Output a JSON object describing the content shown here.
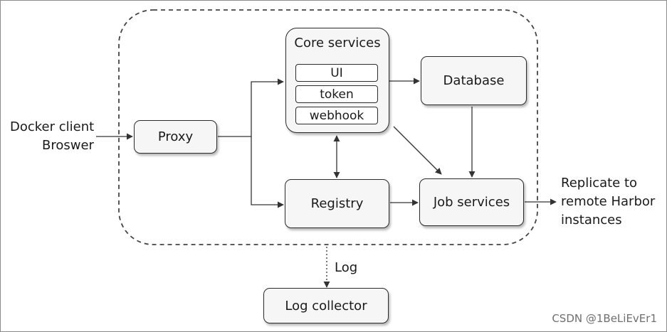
{
  "nodes": {
    "proxy": "Proxy",
    "core_services": "Core services",
    "core_items": [
      "UI",
      "token",
      "webhook"
    ],
    "database": "Database",
    "registry": "Registry",
    "job_services": "Job services",
    "log_collector": "Log collector"
  },
  "labels": {
    "client_line1": "Docker client",
    "client_line2": "Broswer",
    "replicate_line1": "Replicate to",
    "replicate_line2": "remote Harbor",
    "replicate_line3": "instances",
    "log": "Log"
  },
  "watermark": "CSDN @1BeLiEvEr1"
}
